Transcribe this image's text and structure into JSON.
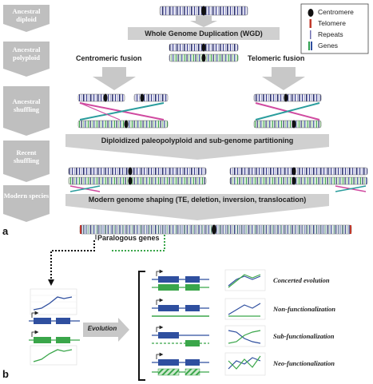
{
  "stages": [
    "Ancestral diploid",
    "Ancestral polyploid",
    "Ancestral shuffling",
    "Recent shuffling",
    "Modern species"
  ],
  "process_bars": {
    "wgd": "Whole Genome Duplication (WGD)",
    "diploidized": "Diploidized paleopolyploid and sub-genome partitioning",
    "modern": "Modern genome shaping (TE, deletion, inversion, translocation)"
  },
  "fusions": {
    "centromeric": "Centromeric fusion",
    "telomeric": "Telomeric fusion"
  },
  "legend": {
    "items": [
      {
        "label": "Centromere",
        "symbol": "centromere-icon",
        "color": "#111111"
      },
      {
        "label": "Telomere",
        "symbol": "telomere-icon",
        "color": "#c0392b"
      },
      {
        "label": "Repeats",
        "symbol": "repeat-icon",
        "color": "#6f6fb0"
      },
      {
        "label": "Genes",
        "symbol": "gene-icon",
        "color": "#2e9e4f"
      }
    ]
  },
  "panel_labels": {
    "a": "a",
    "b": "b"
  },
  "paralogous": "Paralogous genes",
  "evolution": "Evolution",
  "outcomes": [
    "Concerted evolution",
    "Non-functionalization",
    "Sub-functionalization",
    "Neo-functionalization"
  ],
  "colors": {
    "arrow_gray": "#c8c8c8",
    "stage_box": "#bfbfbf",
    "blue_gene": "#2f4f9f",
    "green_gene": "#3aa64a",
    "pink_link": "#d04aa0",
    "teal_link": "#2a9d9d"
  }
}
